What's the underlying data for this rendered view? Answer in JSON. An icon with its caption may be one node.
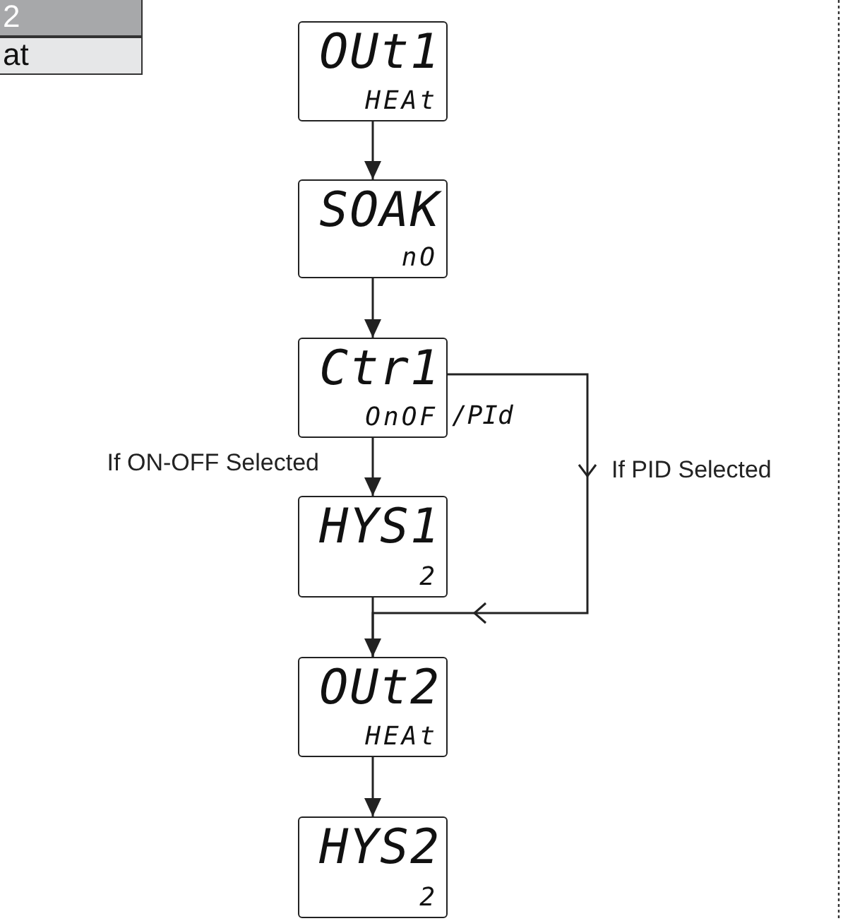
{
  "diagram": {
    "nodes": [
      {
        "text": [
          "OUt1",
          "HEAt"
        ]
      },
      {
        "text": [
          "SOAK",
          "nO"
        ]
      },
      {
        "text": [
          "Ctr1",
          "OnOF"
        ],
        "beside": [
          "/PId"
        ]
      },
      {
        "text": [
          "HYS1",
          "2"
        ]
      },
      {
        "text": [
          "OUt2",
          "HEAt"
        ]
      },
      {
        "text": [
          "HYS2",
          "2"
        ]
      }
    ],
    "edges": [
      {
        "from": 0,
        "to": 1,
        "arrow": "to"
      },
      {
        "from": 1,
        "to": 2,
        "arrow": "to"
      },
      {
        "from": 2,
        "to": 3,
        "arrow": "to",
        "label": "If ON-OFF Selected"
      },
      {
        "from": 2,
        "to": 4,
        "arrow": "to",
        "label": "If PID Selected"
      },
      {
        "from": 3,
        "to": 4,
        "arrow": "to"
      },
      {
        "from": 4,
        "to": 5,
        "arrow": "to"
      }
    ],
    "labels": [
      "2",
      "at"
    ]
  }
}
